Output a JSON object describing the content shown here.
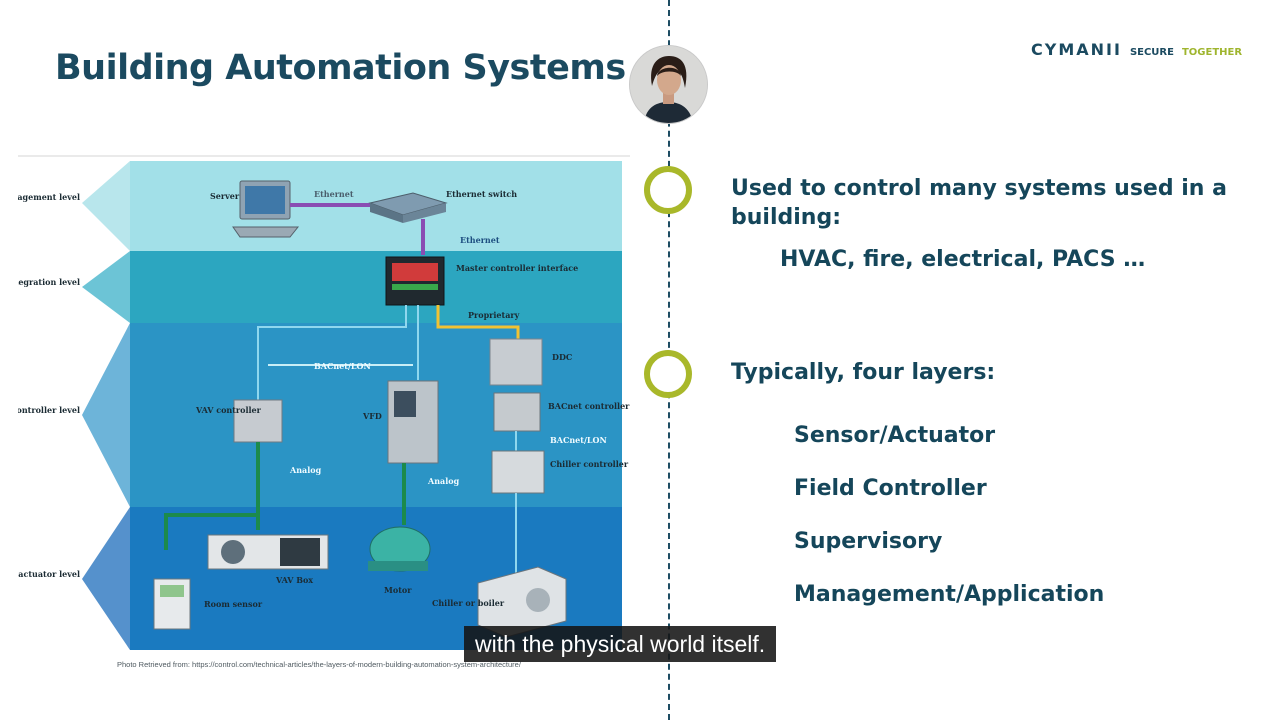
{
  "slide": {
    "title": "Building Automation Systems",
    "bullets": [
      {
        "text": "Used to control many systems used in a building:",
        "sub": "HVAC, fire, electrical, PACS …"
      },
      {
        "text": "Typically, four layers:"
      }
    ],
    "layers": [
      "Sensor/Actuator",
      "Field Controller",
      "Supervisory",
      "Management/Application"
    ],
    "photo_credit": "Photo Retrieved from: https://control.com/technical-articles/the-layers-of-modern-building-automation-system-architecture/"
  },
  "logo": {
    "word": "CYMANII",
    "secure": "SECURE",
    "together": "TOGETHER"
  },
  "caption": "with the physical world itself.",
  "diagram": {
    "levels": [
      "Management level",
      "Integration level",
      "Field controller level",
      "Sensor/ actuator level"
    ],
    "labels": {
      "server": "Server",
      "ethernet": "Ethernet",
      "ethernet_switch": "Ethernet switch",
      "ethernet2": "Ethernet",
      "master": "Master controller interface",
      "proprietary": "Proprietary",
      "bacnet_lon": "BACnet/LON",
      "ddc": "DDC",
      "vav_controller": "VAV controller",
      "vfd": "VFD",
      "bacnet_controller": "BACnet controller",
      "bacnet_lon2": "BACnet/LON",
      "analog1": "Analog",
      "analog2": "Analog",
      "chiller_controller": "Chiller controller",
      "vav_box": "VAV Box",
      "motor": "Motor",
      "room_sensor": "Room sensor",
      "chiller": "Chiller or boiler"
    }
  },
  "colors": {
    "accent": "#a9b82a",
    "text": "#15465a",
    "band1": "#9fdee6",
    "band2": "#2aa6c1",
    "band3": "#2a93c4",
    "band4": "#1879bf"
  }
}
